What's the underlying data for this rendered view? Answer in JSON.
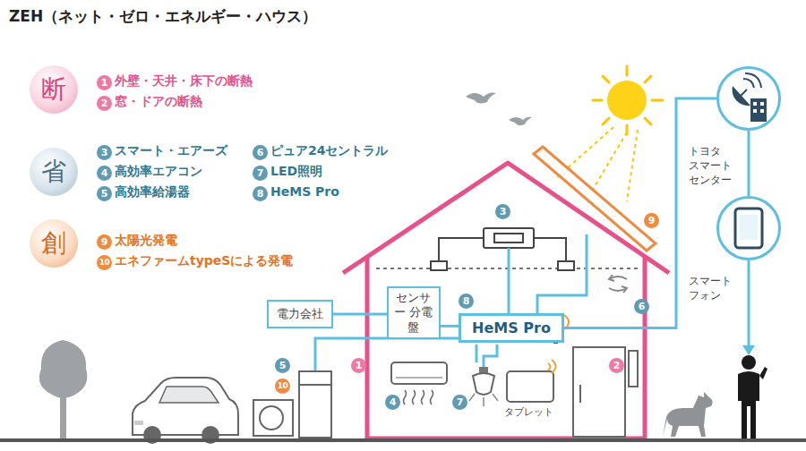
{
  "diagram": {
    "title": "ZEH（ネット・ゼロ・エネルギー・ハウス）",
    "nodes": [
      {
        "text": [
          "断"
        ]
      },
      {
        "text": [
          "省"
        ]
      },
      {
        "text": [
          "創"
        ]
      },
      {
        "text": [
          "電力会社"
        ]
      },
      {
        "text": [
          "センサー 分電盤"
        ]
      },
      {
        "text": [
          "HeMS Pro"
        ]
      },
      {
        "text": [
          "トヨタ スマート センター"
        ]
      },
      {
        "text": [
          "スマート フォン"
        ]
      }
    ],
    "edges": [
      {
        "from": 3,
        "to": 4,
        "arrow": "none"
      },
      {
        "from": 4,
        "to": 5,
        "arrow": "none"
      },
      {
        "from": 5,
        "to": 6,
        "arrow": "none"
      },
      {
        "from": 6,
        "to": 7,
        "arrow": "none"
      }
    ],
    "labels": [
      "1",
      "外壁・天井・床下の断熱",
      "2",
      "窓・ドアの断熱",
      "3",
      "スマート・エアーズ",
      "4",
      "高効率エアコン",
      "5",
      "高効率給湯器",
      "6",
      "ピュア24セントラル",
      "7",
      "LED照明",
      "8",
      "HeMS Pro",
      "9",
      "太陽光発電",
      "10",
      "エネファームtypeSによる発電",
      "3",
      "9",
      "8",
      "6",
      "5",
      "10",
      "1",
      "2",
      "4",
      "7",
      "タブレット"
    ]
  }
}
